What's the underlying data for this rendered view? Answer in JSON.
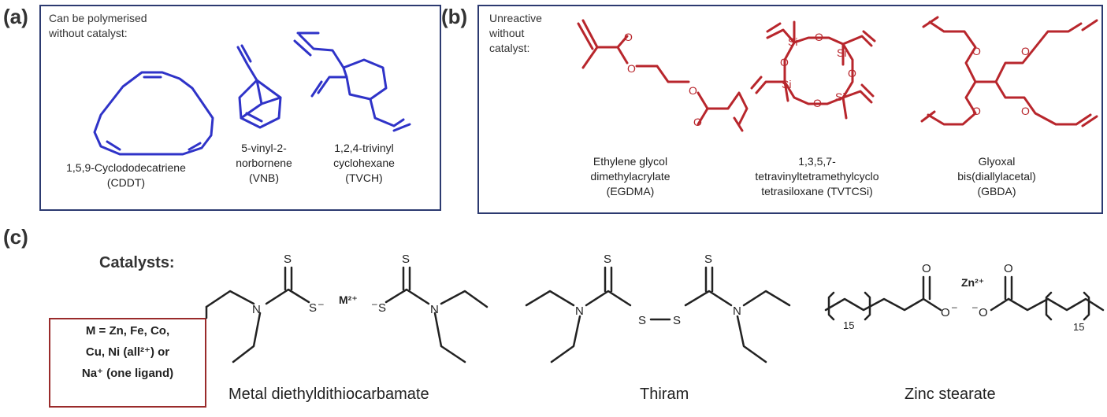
{
  "panels": {
    "a": {
      "letter": "(a)",
      "heading": "Can be polymerised\nwithout catalyst:",
      "compounds": [
        {
          "name": "1,5,9-Cyclododecatriene\n(CDDT)"
        },
        {
          "name": "5-vinyl-2-\nnorbornene\n(VNB)"
        },
        {
          "name": "1,2,4-trivinyl\ncyclohexane\n(TVCH)"
        }
      ]
    },
    "b": {
      "letter": "(b)",
      "heading": "Unreactive\nwithout\ncatalyst:",
      "compounds": [
        {
          "name": "Ethylene glycol\ndimethylacrylate\n(EGDMA)"
        },
        {
          "name": "1,3,5,7-\ntetravinyltetramethylcyclo\ntetrasiloxane (TVTCSi)"
        },
        {
          "name": "Glyoxal\nbis(diallylacetal)\n(GBDA)"
        }
      ],
      "atoms": {
        "oxygen": "O",
        "silicon": "Si"
      }
    },
    "c": {
      "letter": "(c)",
      "catalysts_label": "Catalysts:",
      "metal_box": [
        "M = Zn, Fe, Co,",
        "Cu, Ni (all²⁺) or",
        "Na⁺ (one ligand)"
      ],
      "compounds": [
        {
          "name": "Metal diethyldithiocarbamate"
        },
        {
          "name": "Thiram"
        },
        {
          "name": "Zinc stearate"
        }
      ],
      "atoms": {
        "sulfur": "S",
        "nitrogen": "N",
        "oxygen": "O",
        "anion_sign": "–",
        "metal_ion": "M²⁺",
        "zinc_ion": "Zn²⁺",
        "repeat": "15"
      }
    }
  },
  "colors": {
    "panel_a_structures": "#2f33c8",
    "panel_b_structures": "#b8262c",
    "panel_c_structures": "#222222",
    "box_border": "#2c3a70",
    "metal_box_border": "#9a2b2b"
  }
}
